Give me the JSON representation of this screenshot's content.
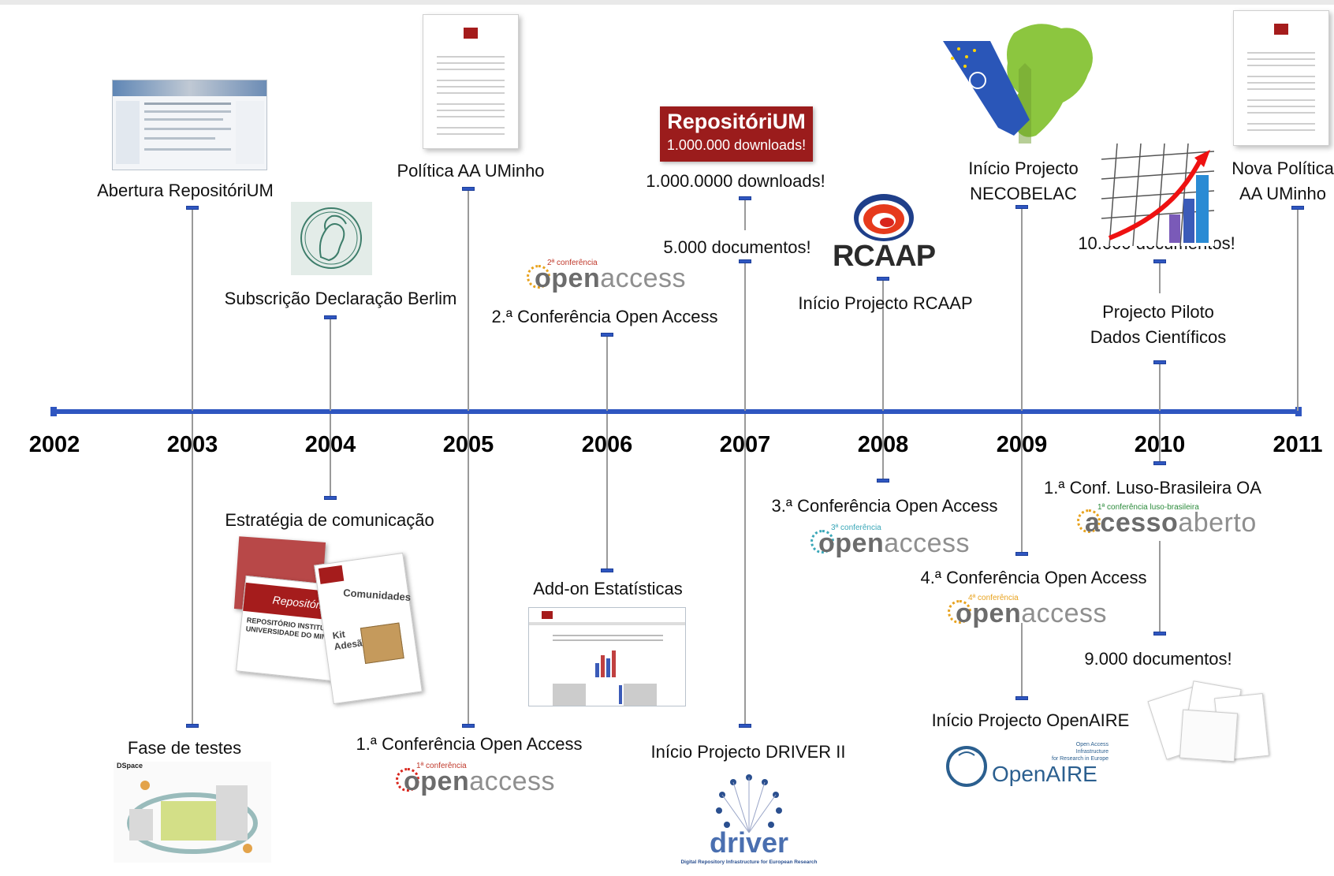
{
  "timeline": {
    "years": [
      "2002",
      "2003",
      "2004",
      "2005",
      "2006",
      "2007",
      "2008",
      "2009",
      "2010",
      "2011"
    ],
    "events_above": [
      {
        "label": "Abertura RepositóriUM"
      },
      {
        "label": "Subscrição Declaração Berlim"
      },
      {
        "label": "Política AA UMinho"
      },
      {
        "label": "2.ª Conferência Open Access"
      },
      {
        "label": "1.000.0000 downloads!"
      },
      {
        "label": "5.000 documentos!"
      },
      {
        "label": "Início Projecto RCAAP"
      },
      {
        "label_line1": "Início Projecto",
        "label_line2": "NECOBELAC"
      },
      {
        "label": "10.000 documentos!"
      },
      {
        "label_line1": "Projecto Piloto",
        "label_line2": "Dados Científicos"
      },
      {
        "label_line1": "Nova Política",
        "label_line2": "AA UMinho"
      }
    ],
    "events_below": [
      {
        "label": "Fase de testes"
      },
      {
        "label": "Estratégia de comunicação"
      },
      {
        "label": "1.ª Conferência Open Access"
      },
      {
        "label": "Add-on Estatísticas"
      },
      {
        "label": "Início Projecto DRIVER II"
      },
      {
        "label": "3.ª Conferência Open Access"
      },
      {
        "label": "4.ª Conferência Open Access"
      },
      {
        "label": "Início Projecto OpenAIRE"
      },
      {
        "label": "1.ª Conf. Luso-Brasileira OA"
      },
      {
        "label": "9.000 documentos!"
      }
    ]
  },
  "logos": {
    "repositorium_title": "RepositóriUM",
    "repositorium_sub": "1.000.000 downloads!",
    "oa_word_bold": "open",
    "oa_word_light": "access",
    "oa_conf_2": "2ª conferência",
    "oa_conf_1": "1ª conferência",
    "oa_conf_3": "3ª conferência",
    "oa_conf_4": "4ª conferência",
    "rcaap": "RCAAP",
    "acesso_bold": "acesso",
    "acesso_light": "aberto",
    "acesso_conf": "1ª conferência luso-brasileira",
    "openaire": "OpenAIRE",
    "openaire_tag_1": "Open Access",
    "openaire_tag_2": "Infrastructure",
    "openaire_tag_3": "for Research in Europe",
    "driver": "driver",
    "driver_tag": "Digital Repository Infrastructure for European Research",
    "dspace": "DSpace",
    "kit_title": "RepositóriUM",
    "kit_sub": "REPOSITÓRIO INSTITUCIONAL DA UNIVERSIDADE DO MINHO",
    "kit_comunidades": "Comunidades",
    "kit_label": "Kit Adesão"
  },
  "colors": {
    "axis": "#2f56c0",
    "stem": "#9a9a9a",
    "repositorium_red": "#9b1c1c",
    "oa_orange": "#e8a21d",
    "oa_teal": "#3aa7b8",
    "rcaap_red": "#d9251c",
    "driver_blue": "#2a4f8f",
    "necobelac_green": "#8cc63f"
  }
}
